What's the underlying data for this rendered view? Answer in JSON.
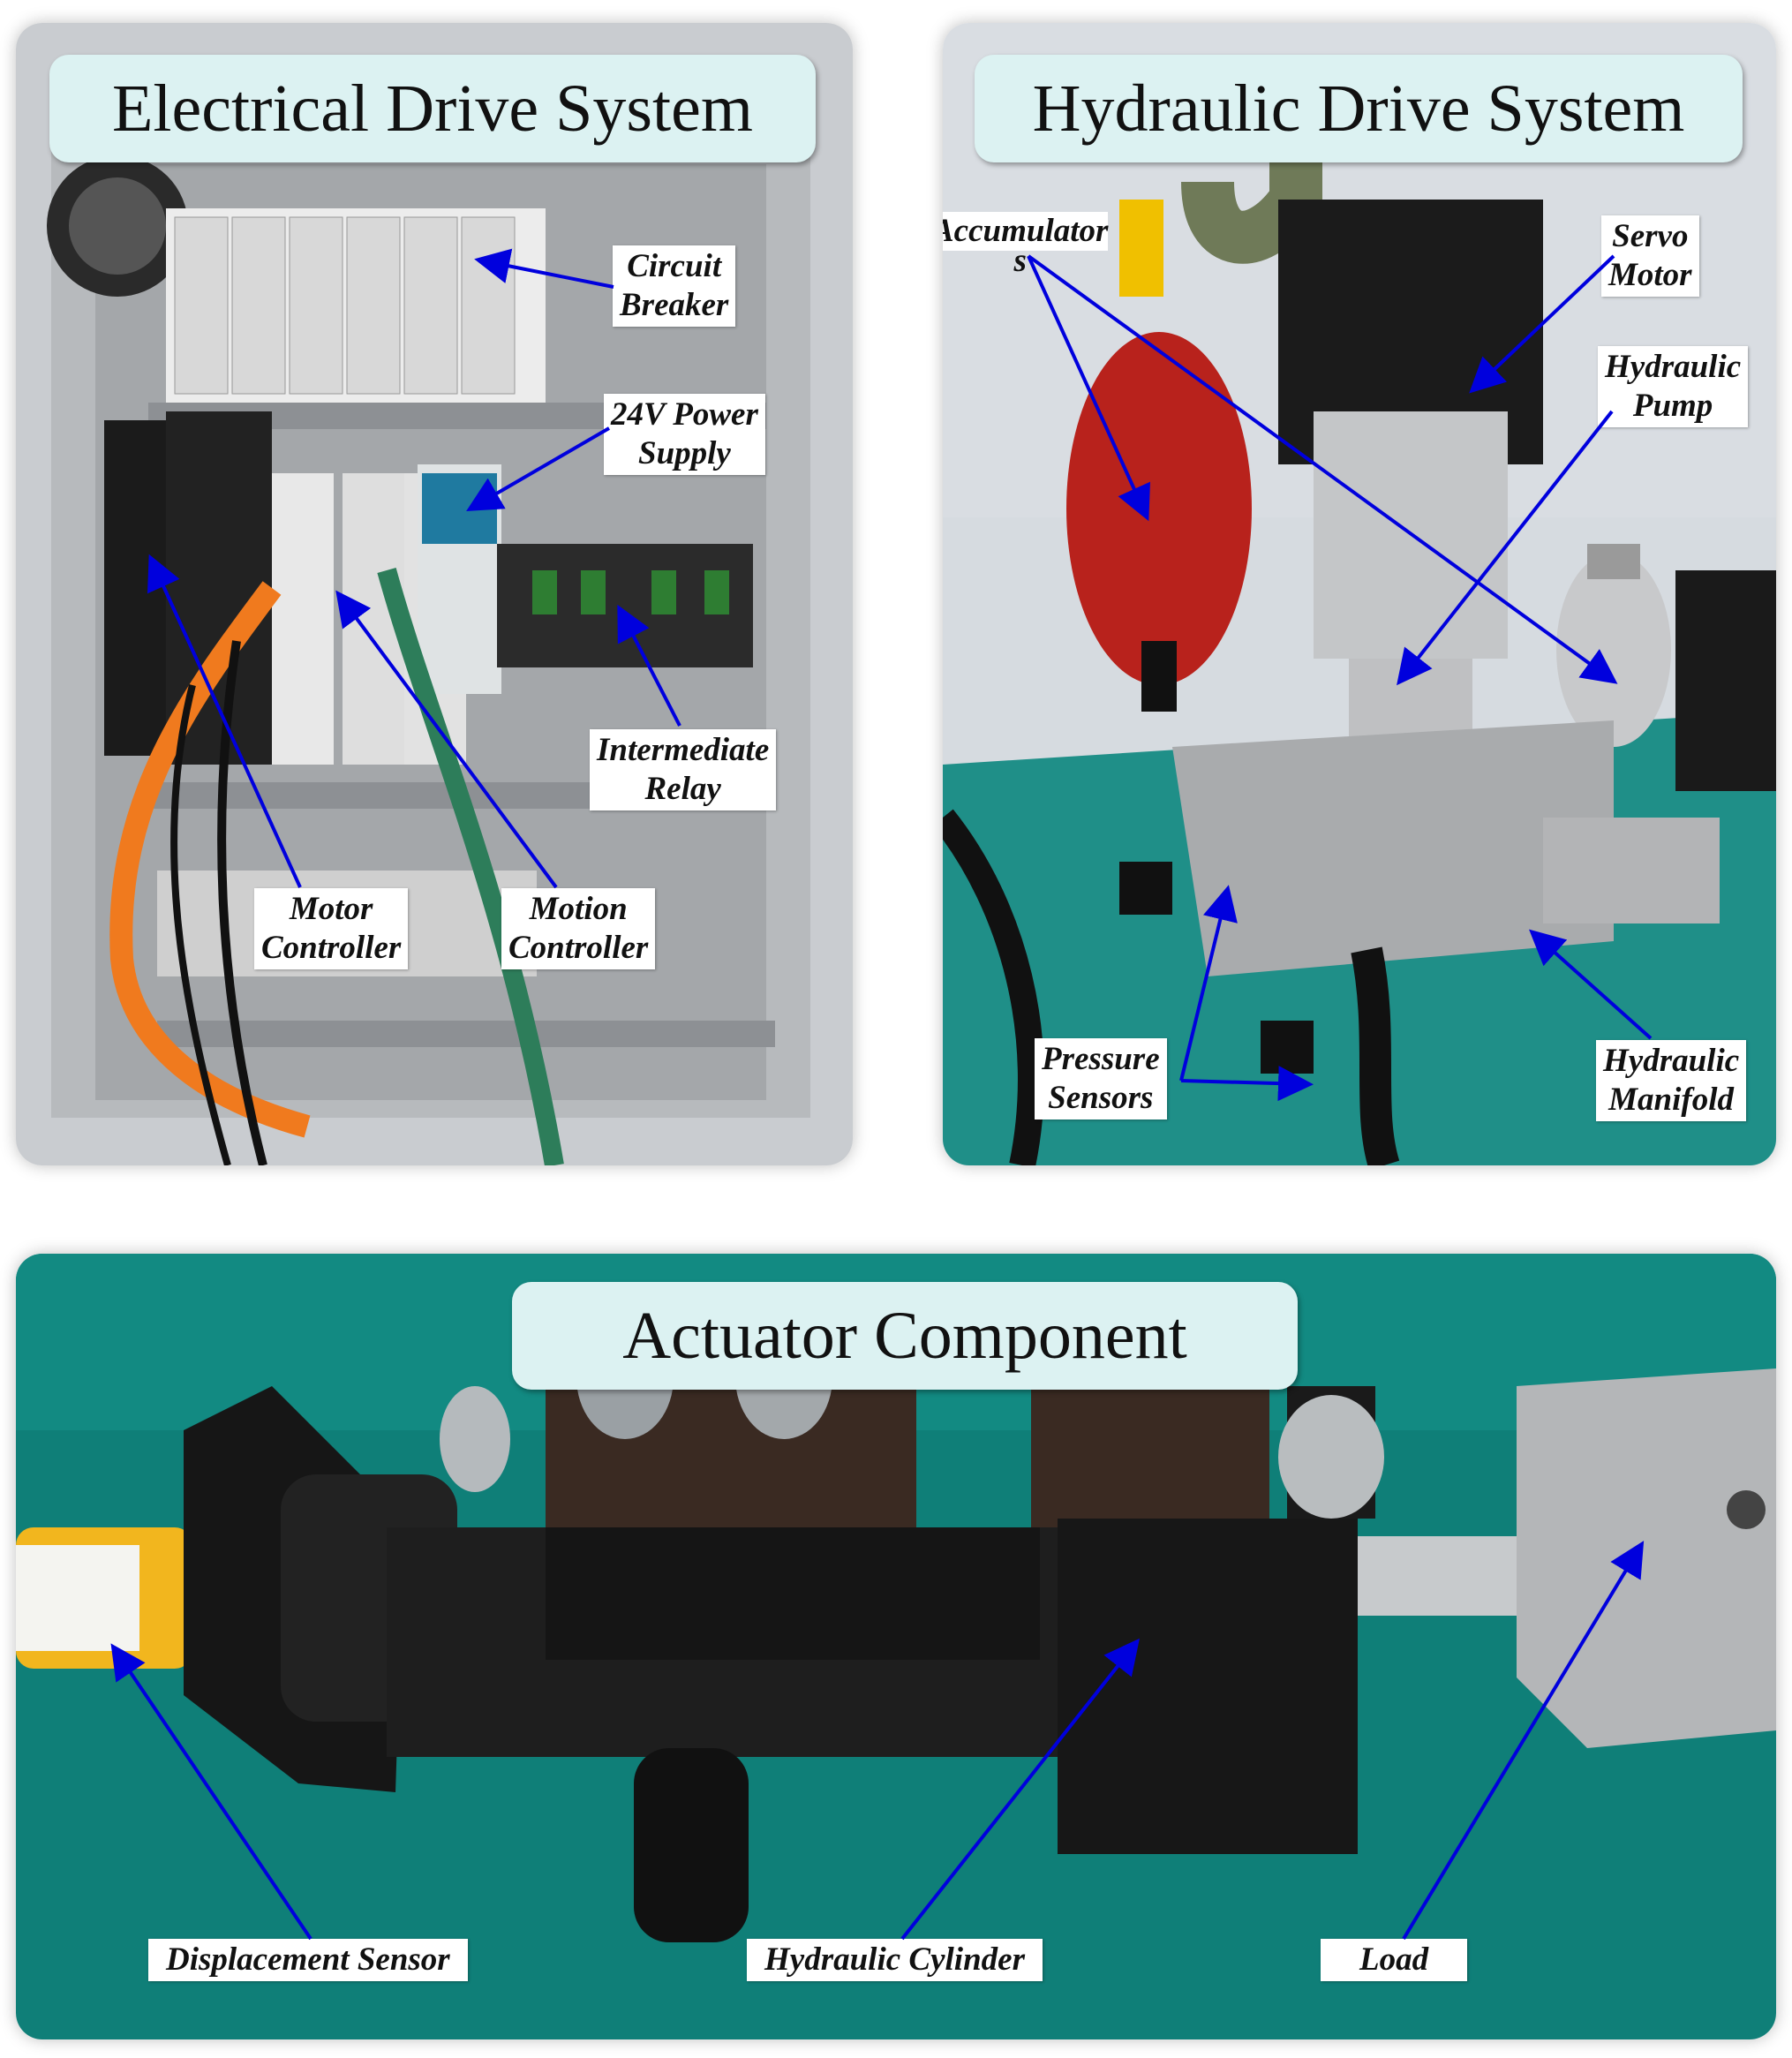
{
  "panels": {
    "electrical": {
      "title": "Electrical Drive System",
      "labels": {
        "circuit_breaker": [
          "Circuit",
          "Breaker"
        ],
        "power_supply": [
          "24V Power",
          "Supply"
        ],
        "intermediate_relay": [
          "Intermediate",
          "Relay"
        ],
        "motor_controller": [
          "Motor",
          "Controller"
        ],
        "motion_controller": [
          "Motion",
          "Controller"
        ]
      }
    },
    "hydraulic": {
      "title": "Hydraulic Drive System",
      "labels": {
        "accumulators": [
          "Accumulator",
          "s"
        ],
        "servo_motor": [
          "Servo",
          "Motor"
        ],
        "hydraulic_pump": [
          "Hydraulic",
          "Pump"
        ],
        "pressure_sensors": [
          "Pressure",
          "Sensors"
        ],
        "hydraulic_manifold": [
          "Hydraulic",
          "Manifold"
        ]
      }
    },
    "actuator": {
      "title": "Actuator Component",
      "labels": {
        "displacement_sensor": "Displacement Sensor",
        "hydraulic_cylinder": "Hydraulic Cylinder",
        "load": "Load"
      }
    }
  },
  "arrow_color": "#0000dd"
}
